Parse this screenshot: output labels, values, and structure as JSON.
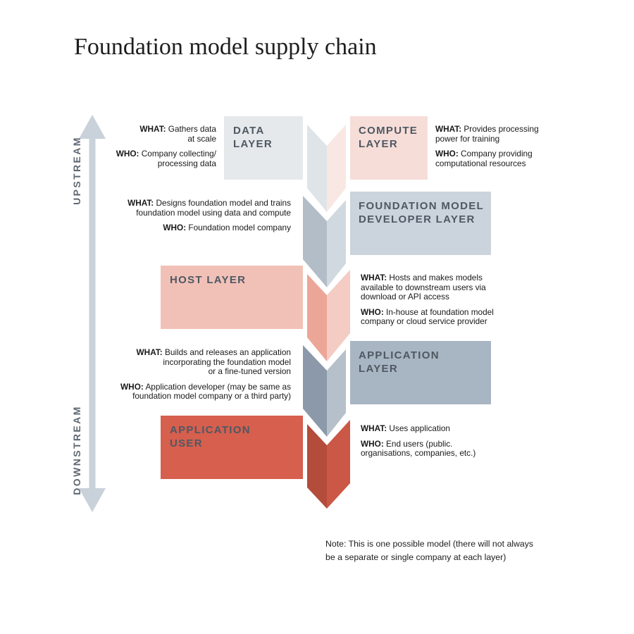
{
  "title": "Foundation model supply chain",
  "axis": {
    "up_label": "UPSTREAM",
    "down_label": "DOWNSTREAM"
  },
  "note": "Note: This is one possible model (there will not always\nbe a separate or single company at each layer)",
  "colors": {
    "data_block": "#e6e9ec",
    "data_fold": "#dfe4e9",
    "compute_block": "#f6ddd8",
    "compute_fold": "#f9e7e3",
    "fmd_block": "#cbd4dc",
    "fmd_fold_dark": "#b2bdc8",
    "fmd_fold_light": "#d1d9e0",
    "host_block": "#f1c1b8",
    "host_fold_dark": "#eba698",
    "host_fold_light": "#f4ccc4",
    "app_block": "#a8b5c2",
    "app_fold_dark": "#8b99aa",
    "app_fold_light": "#b6c0cb",
    "user_block": "#d65f4e",
    "user_fold_dark": "#b44c3b",
    "user_fold_light": "#cb5746",
    "arrow": "#c9d1da",
    "layer_title_text": "#4e5863",
    "body_text": "#191919"
  },
  "layers": [
    {
      "title": "DATA\nLAYER",
      "what_label": "WHAT:",
      "what_text": " Gathers data\nat scale",
      "who_label": "WHO:",
      "who_text": " Company collecting/\nprocessing data"
    },
    {
      "title": "COMPUTE\nLAYER",
      "what_label": "WHAT:",
      "what_text": " Provides processing\npower for training",
      "who_label": "WHO:",
      "who_text": " Company providing\ncomputational resources"
    },
    {
      "title": "FOUNDATION MODEL\nDEVELOPER LAYER",
      "what_label": "WHAT:",
      "what_text": " Designs foundation model and trains\nfoundation model using data and compute",
      "who_label": "WHO:",
      "who_text": " Foundation model company"
    },
    {
      "title": "HOST LAYER",
      "what_label": "WHAT:",
      "what_text": " Hosts and makes models\navailable to downstream users via\ndownload or API access",
      "who_label": "WHO:",
      "who_text": " In-house at foundation model\ncompany or cloud service provider"
    },
    {
      "title": "APPLICATION\nLAYER",
      "what_label": "WHAT:",
      "what_text": " Builds and releases an application\nincorporating the foundation model\nor a fine-tuned version",
      "who_label": "WHO:",
      "who_text": " Application developer (may be same as\nfoundation model company or a third party)"
    },
    {
      "title": "APPLICATION\nUSER",
      "what_label": "WHAT:",
      "what_text": " Uses application",
      "who_label": "WHO:",
      "who_text": " End users (public.\norganisations, companies, etc.)"
    }
  ]
}
